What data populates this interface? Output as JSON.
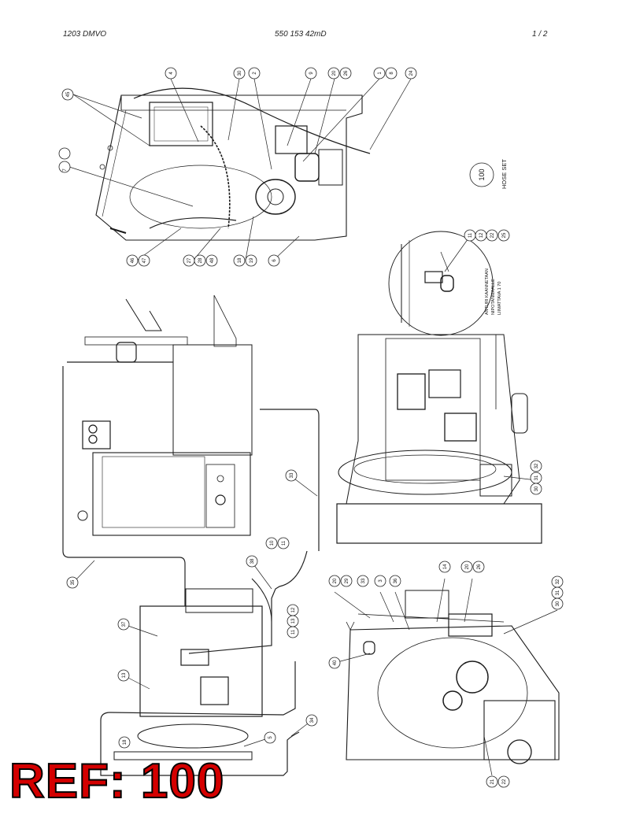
{
  "header": {
    "left": "1203 DMVO",
    "center": "550 153 42mD",
    "right": "1 /   2"
  },
  "hose_set": {
    "number": "100",
    "label": "HOSE SET"
  },
  "sensor_note": [
    "ANTURI KAANNETAAN",
    "NIPOTANMAALLE",
    "LIIMATTAVA 1 70"
  ],
  "ref_label": "REF: 100",
  "callouts": {
    "top": [
      "45",
      "7",
      "48",
      "4",
      "30",
      "2",
      "9",
      "20",
      "26",
      "1",
      "8",
      "24",
      "46",
      "47",
      "27",
      "28",
      "48",
      "18",
      "19",
      "6"
    ],
    "detail": [
      "11",
      "12",
      "22",
      "25"
    ],
    "right": [
      "32",
      "31",
      "30"
    ],
    "left": [
      "33",
      "10",
      "11",
      "35",
      "38",
      "37",
      "12",
      "13",
      "11",
      "13",
      "18",
      "5",
      "34"
    ],
    "bottom_right": [
      "20",
      "29",
      "33",
      "3",
      "36",
      "14",
      "20",
      "26",
      "32",
      "31",
      "30",
      "40",
      "21",
      "22"
    ]
  }
}
